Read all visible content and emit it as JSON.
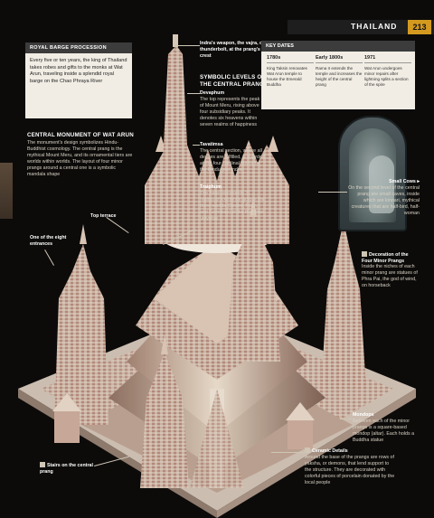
{
  "header": {
    "country": "THAILAND",
    "page_number": "213"
  },
  "royal_barge": {
    "title": "ROYAL BARGE PROCESSION",
    "text": "Every five or ten years, the king of Thailand takes robes and gifts to the monks at Wat Arun, traveling inside a splendid royal barge on the Chao Phraya River"
  },
  "central_monument": {
    "title": "CENTRAL MONUMENT OF WAT ARUN",
    "text": "The monument's design symbolizes Hindu-Buddhist cosmology. The central prang is the mythical Mount Meru, and its ornamental tiers are worlds within worlds. The layout of four minor prangs around a central one is a symbolic mandala shape"
  },
  "indra": {
    "text": "Indra's weapon, the vajra, or thunderbolt, at the prang's crest"
  },
  "symbolic_levels": {
    "title": "SYMBOLIC LEVELS OF THE CENTRAL PRANG",
    "items": [
      {
        "name": "Devaphum",
        "text": "The top represents the peak of Mount Meru, rising above four subsidiary peaks. It denotes six heavens within seven realms of happiness"
      },
      {
        "name": "Tavatimsa",
        "text": "The central section, where all desires are fulfilled, is guarded at the four cardinal points by the Hindu god Indra"
      },
      {
        "name": "Traiphum",
        "text": "The base represents 31 realms of existence across the three worlds (Desire, Form, and Formless) of the Buddhist universe"
      }
    ]
  },
  "key_dates": {
    "title": "KEY DATES",
    "entries": [
      {
        "year": "1780s",
        "event": "King Taksin renovates Wat Arun temple to house the Emerald Buddha"
      },
      {
        "year": "Early 1800s",
        "event": "Rama II extends the temple and increases the height of the central prang"
      },
      {
        "year": "1971",
        "event": "Wat Arun undergoes minor repairs after lightning splits a section of the spire"
      }
    ]
  },
  "small_cows": {
    "name": "Small Cows ▸",
    "text": "On the second level of the central prang are small caves, inside which are kinnari, mythical creatures that are half-bird, half-woman"
  },
  "top_terrace": {
    "name": "Top terrace"
  },
  "entrances": {
    "name": "One of the eight entrances"
  },
  "minor_prangs": {
    "name": "Decoration of the Four Minor Prangs",
    "text": "Inside the niches of each minor prang are statues of Phra Pai, the god of wind, on horseback"
  },
  "mondops": {
    "name": "Mondops",
    "text": "Between each of the minor prangs is a square-based mondop (altar). Each holds a Buddha statue"
  },
  "ceramic": {
    "name": "Ceramic Details",
    "text": "Around the base of the prangs are rows of yaksha, or demons, that lend support to the structure. They are decorated with colorful pieces of porcelain donated by the local people"
  },
  "stairs": {
    "name": "Stairs on the central prang"
  },
  "colors": {
    "accent": "#d39a1f",
    "panel": "#f1ede4",
    "background": "#0c0b0a"
  }
}
